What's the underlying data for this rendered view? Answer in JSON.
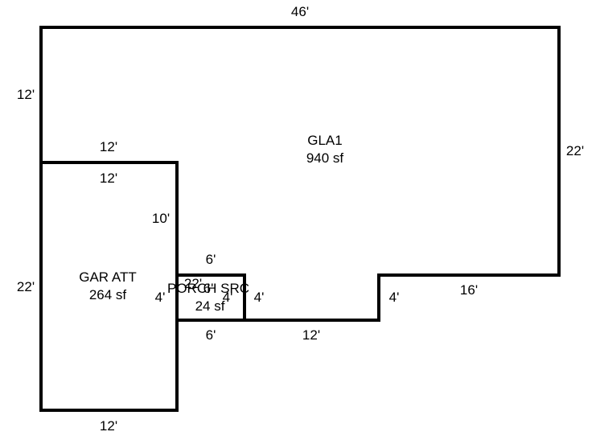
{
  "colors": {
    "line": "#000000",
    "background": "#ffffff"
  },
  "areas": {
    "gla": {
      "name": "GLA1",
      "size": "940 sf"
    },
    "garage": {
      "name": "GAR ATT",
      "size": "264 sf"
    },
    "porch": {
      "name": "PORCH SRC",
      "size": "24 sf"
    }
  },
  "dims": {
    "gla_top": "46'",
    "gla_left_upper": "12'",
    "gla_right": "22'",
    "gla_ledge_top": "12'",
    "gar_top": "12'",
    "gar_left": "22'",
    "gar_right_upper": "10'",
    "gar_bottom": "12'",
    "porch_top": "6'",
    "porch_bottom": "6'",
    "porch_left": "4'",
    "porch_right_inner": "4'",
    "porch_right_outer": "4'",
    "porch_overlap": "22'",
    "porch_overlap_6": "6'",
    "step_bottom": "12'",
    "step_up": "4'",
    "step_right": "16'"
  }
}
